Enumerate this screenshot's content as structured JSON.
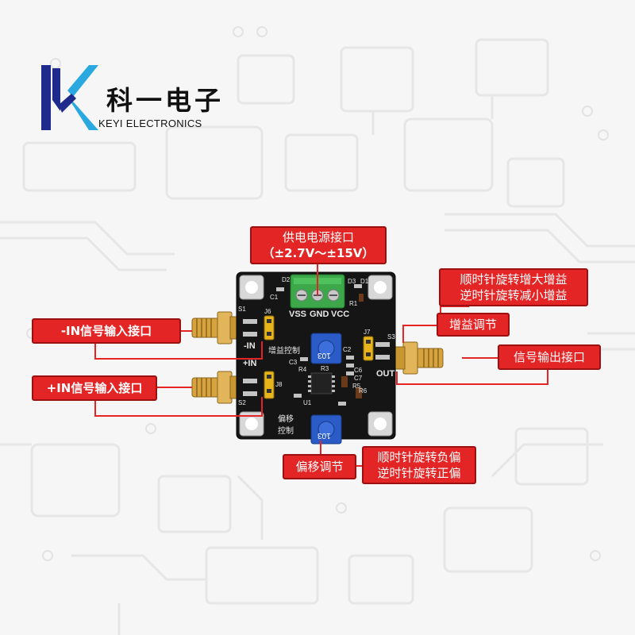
{
  "brand": {
    "name_cn": "科一电子",
    "name_en": "KEYI ELECTRONICS",
    "colors": {
      "blue": "#1e2a8c",
      "cyan": "#2aa9e0",
      "callout_red": "#e32525",
      "pcb": "#151515",
      "trim_pot": "#2a5bc7",
      "header": "#e8b41c"
    },
    "logo_icon": "k-letter-logo"
  },
  "callouts": {
    "power_title": "供电电源接口",
    "power_range": "（±2.7V～±15V）",
    "gain_note_1": "顺时针旋转增大增益",
    "gain_note_2": "逆时针旋转减小增益",
    "gain_adjust": "增益调节",
    "output": "信号输出接口",
    "neg_input": "-IN信号输入接口",
    "pos_input": "+IN信号输入接口",
    "offset_adjust": "偏移调节",
    "offset_note_1": "顺时针旋转负偏",
    "offset_note_2": "逆时针旋转正偏"
  },
  "board": {
    "silkscreen": {
      "vss": "VSS",
      "gnd": "GND",
      "vcc": "VCC",
      "neg_in": "-IN",
      "pos_in": "+IN",
      "out": "OUT",
      "gain_ctrl": "增益控制",
      "offset_1": "偏移",
      "offset_2": "控制",
      "pot_gain": "103",
      "pot_offset": "103",
      "s1": "S1",
      "s2": "S2",
      "s3": "S3",
      "j6": "J6",
      "j7": "J7",
      "j8": "J8",
      "d1": "D1",
      "d2": "D2",
      "d3": "D3",
      "c1": "C1",
      "c2": "C2",
      "c3": "C3",
      "c6": "C6",
      "c7": "C7",
      "r1": "R1",
      "r3": "R3",
      "r4": "R4",
      "r5": "R5",
      "r6": "R6",
      "u1": "U1"
    }
  }
}
